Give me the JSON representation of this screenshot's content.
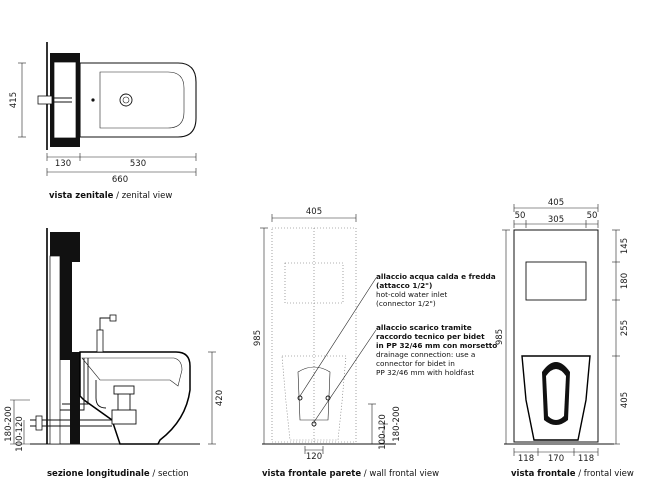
{
  "views": {
    "zenital": {
      "caption_bold": "vista zenitale",
      "caption_rest": " / zenital view",
      "dims": {
        "depth": "415",
        "left_part": "130",
        "right_part": "530",
        "total": "660"
      }
    },
    "section": {
      "caption_bold": "sezione longitudinale",
      "caption_rest": " / section",
      "dims": {
        "drain_high": "180-200",
        "drain_low": "100-120",
        "height": "420"
      }
    },
    "wall_frontal": {
      "caption_bold": "vista frontale parete",
      "caption_rest": " / wall frontal view",
      "dims": {
        "width": "405",
        "height": "985",
        "inlet": "120",
        "drain_low": "100-120",
        "drain_high": "180-200"
      },
      "note_water": {
        "bold_line1": "allaccio acqua calda e fredda",
        "bold_line2": "(attacco 1/2\")",
        "line3": "hot-cold water inlet",
        "line4": "(connector 1/2\")"
      },
      "note_drain": {
        "bold_line1": "allaccio scarico tramite",
        "bold_line2": "raccordo tecnico per bidet",
        "bold_line3": "in PP 32/46 mm con morsetto",
        "line4": "drainage connection: use a",
        "line5": "connector for bidet in",
        "line6": "PP 32/46 mm with holdfast"
      }
    },
    "frontal": {
      "caption_bold": "vista frontale",
      "caption_rest": " / frontal view",
      "dims": {
        "width": "405",
        "side_left": "50",
        "middle": "305",
        "side_right": "50",
        "height": "985",
        "v1": "145",
        "v2": "180",
        "v3": "255",
        "v4": "405",
        "bottom_left": "118",
        "bottom_mid": "170",
        "bottom_right": "118"
      }
    }
  }
}
